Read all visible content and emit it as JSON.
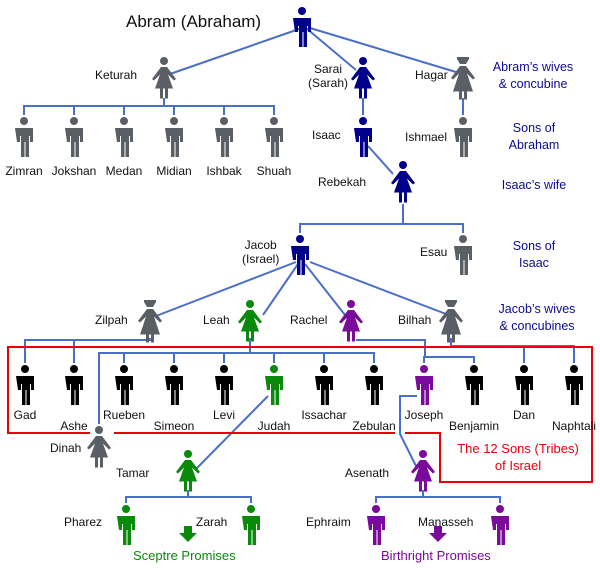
{
  "title": "Abram (Abraham)",
  "colors": {
    "line": "#4a6fc9",
    "box": "#e8000b",
    "navy": "#00008b",
    "gray": "#5a5f66",
    "black": "#000000",
    "green": "#0a8a0a",
    "purple": "#7a0a9a",
    "note": "#0a0a96"
  },
  "people": [
    {
      "id": "abram",
      "name": "",
      "gender": "m",
      "color": "navy"
    },
    {
      "id": "keturah",
      "name": "Keturah",
      "gender": "f",
      "color": "gray"
    },
    {
      "id": "sarai",
      "name": "Sarai (Sarah)",
      "gender": "f",
      "color": "navy"
    },
    {
      "id": "hagar",
      "name": "Hagar",
      "gender": "c",
      "color": "gray"
    },
    {
      "id": "zimran",
      "name": "Zimran",
      "gender": "m",
      "color": "gray"
    },
    {
      "id": "jokshan",
      "name": "Jokshan",
      "gender": "m",
      "color": "gray"
    },
    {
      "id": "medan",
      "name": "Medan",
      "gender": "m",
      "color": "gray"
    },
    {
      "id": "midian",
      "name": "Midian",
      "gender": "m",
      "color": "gray"
    },
    {
      "id": "ishbak",
      "name": "Ishbak",
      "gender": "m",
      "color": "gray"
    },
    {
      "id": "shuah",
      "name": "Shuah",
      "gender": "m",
      "color": "gray"
    },
    {
      "id": "isaac",
      "name": "Isaac",
      "gender": "m",
      "color": "navy"
    },
    {
      "id": "ishmael",
      "name": "Ishmael",
      "gender": "m",
      "color": "gray"
    },
    {
      "id": "rebekah",
      "name": "Rebekah",
      "gender": "f",
      "color": "navy"
    },
    {
      "id": "jacob",
      "name": "Jacob (Israel)",
      "gender": "m",
      "color": "navy"
    },
    {
      "id": "esau",
      "name": "Esau",
      "gender": "m",
      "color": "gray"
    },
    {
      "id": "zilpah",
      "name": "Zilpah",
      "gender": "c",
      "color": "gray"
    },
    {
      "id": "leah",
      "name": "Leah",
      "gender": "f",
      "color": "green"
    },
    {
      "id": "rachel",
      "name": "Rachel",
      "gender": "f",
      "color": "purple"
    },
    {
      "id": "bilhah",
      "name": "Bilhah",
      "gender": "c",
      "color": "gray"
    },
    {
      "id": "gad",
      "name": "Gad",
      "gender": "m",
      "color": "black"
    },
    {
      "id": "ashe",
      "name": "Ashe",
      "gender": "m",
      "color": "black"
    },
    {
      "id": "rueben",
      "name": "Rueben",
      "gender": "m",
      "color": "black"
    },
    {
      "id": "simeon",
      "name": "Simeon",
      "gender": "m",
      "color": "black"
    },
    {
      "id": "levi",
      "name": "Levi",
      "gender": "m",
      "color": "black"
    },
    {
      "id": "judah",
      "name": "Judah",
      "gender": "m",
      "color": "green"
    },
    {
      "id": "issachar",
      "name": "Issachar",
      "gender": "m",
      "color": "black"
    },
    {
      "id": "zebulan",
      "name": "Zebulan",
      "gender": "m",
      "color": "black"
    },
    {
      "id": "joseph",
      "name": "Joseph",
      "gender": "m",
      "color": "purple"
    },
    {
      "id": "benjamin",
      "name": "Benjamin",
      "gender": "m",
      "color": "black"
    },
    {
      "id": "dan",
      "name": "Dan",
      "gender": "m",
      "color": "black"
    },
    {
      "id": "naphtali",
      "name": "Naphtali",
      "gender": "m",
      "color": "black"
    },
    {
      "id": "dinah",
      "name": "Dinah",
      "gender": "f",
      "color": "gray"
    },
    {
      "id": "tamar",
      "name": "Tamar",
      "gender": "f",
      "color": "green"
    },
    {
      "id": "asenath",
      "name": "Asenath",
      "gender": "f",
      "color": "purple"
    },
    {
      "id": "pharez",
      "name": "Pharez",
      "gender": "m",
      "color": "green"
    },
    {
      "id": "zarah",
      "name": "Zarah",
      "gender": "m",
      "color": "green"
    },
    {
      "id": "ephraim",
      "name": "Ephraim",
      "gender": "m",
      "color": "purple"
    },
    {
      "id": "manasseh",
      "name": "Manasseh",
      "gender": "m",
      "color": "purple"
    }
  ],
  "notes": {
    "abram_wives": "Abram’s wives\n& concubine",
    "sons_abraham": "Sons of\nAbraham",
    "isaac_wife": "Isaac’s wife",
    "sons_isaac": "Sons of\nIsaac",
    "jacob_wives": "Jacob’s wives\n& concubines"
  },
  "tribes_label": "The 12 Sons (Tribes)\nof Israel",
  "sceptre_label": "Sceptre Promises",
  "birthright_label": "Birthright Promises"
}
